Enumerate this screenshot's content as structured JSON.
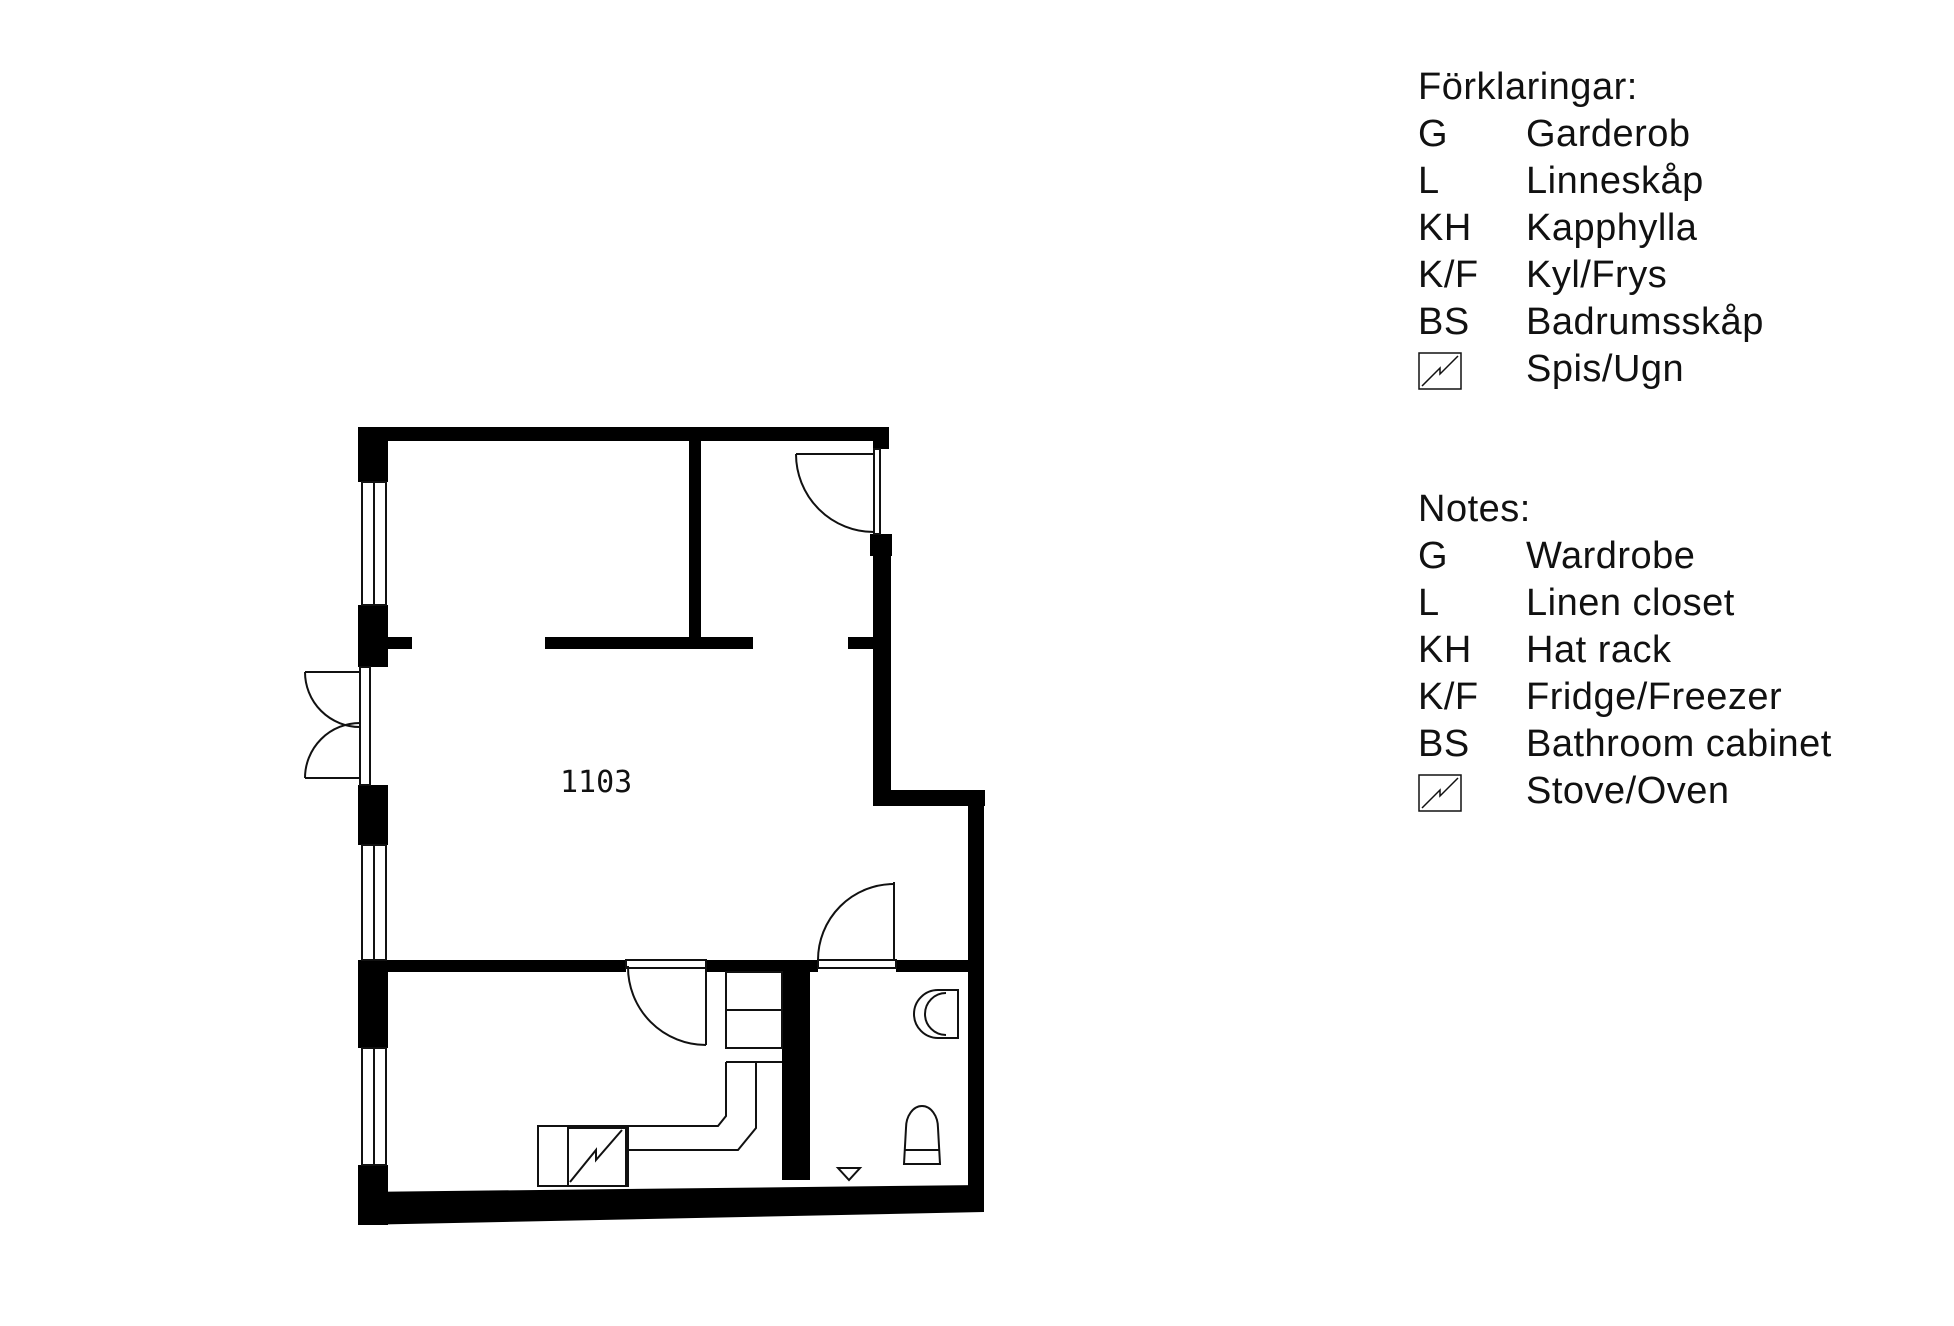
{
  "plan": {
    "room_number": "1103"
  },
  "legend_sv": {
    "title": "Förklaringar:",
    "items": [
      {
        "code": "G",
        "label": "Garderob"
      },
      {
        "code": "L",
        "label": "Linneskåp"
      },
      {
        "code": "KH",
        "label": "Kapphylla"
      },
      {
        "code": "K/F",
        "label": "Kyl/Frys"
      },
      {
        "code": "BS",
        "label": "Badrumsskåp"
      },
      {
        "symbol": "stove-oven-icon",
        "label": "Spis/Ugn"
      }
    ]
  },
  "legend_en": {
    "title": "Notes:",
    "items": [
      {
        "code": "G",
        "label": "Wardrobe"
      },
      {
        "code": "L",
        "label": "Linen closet"
      },
      {
        "code": "KH",
        "label": "Hat rack"
      },
      {
        "code": "K/F",
        "label": "Fridge/Freezer"
      },
      {
        "code": "BS",
        "label": "Bathroom cabinet"
      },
      {
        "symbol": "stove-oven-icon",
        "label": "Stove/Oven"
      }
    ]
  },
  "colors": {
    "wall": "#000000",
    "line": "#111111",
    "background": "#ffffff"
  }
}
